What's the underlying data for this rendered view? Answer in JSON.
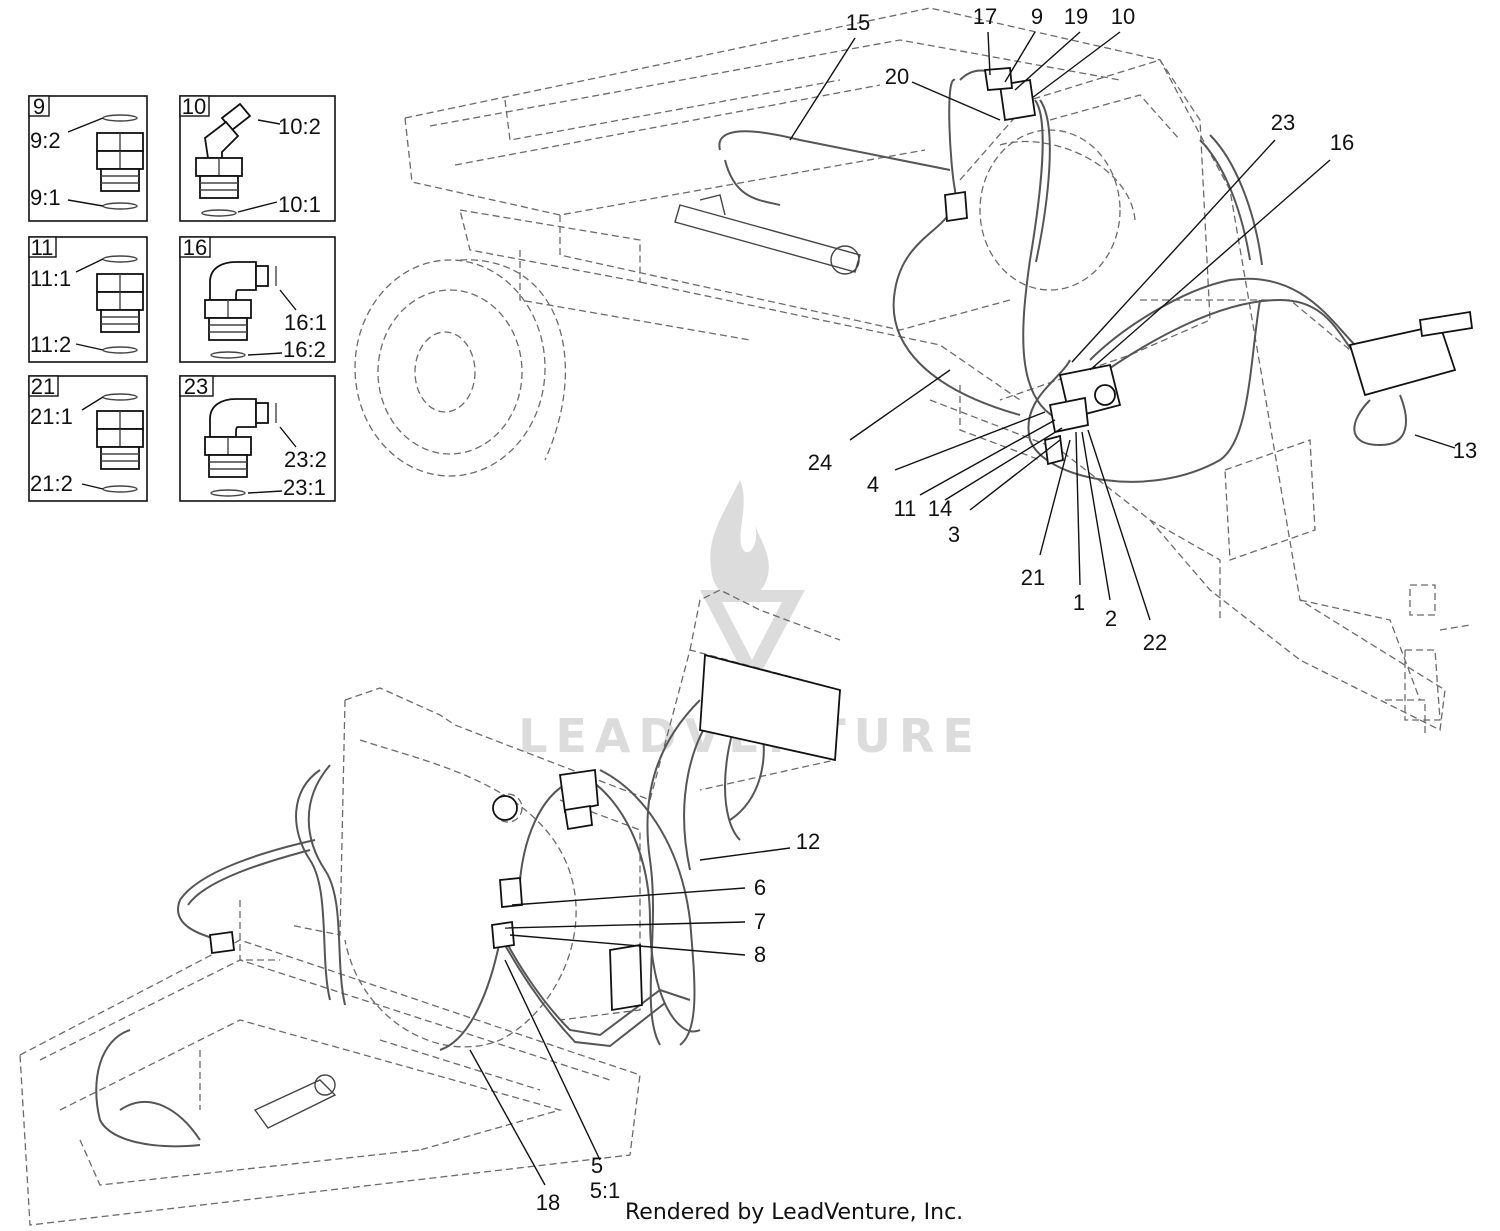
{
  "callouts": {
    "c1": "1",
    "c2": "2",
    "c3": "3",
    "c4": "4",
    "c5": "5",
    "c5_1": "5:1",
    "c6": "6",
    "c7": "7",
    "c8": "8",
    "c9": "9",
    "c10": "10",
    "c11": "11",
    "c12": "12",
    "c13": "13",
    "c14": "14",
    "c15": "15",
    "c16": "16",
    "c17": "17",
    "c18": "18",
    "c19": "19",
    "c20": "20",
    "c21": "21",
    "c22": "22",
    "c23": "23",
    "c24": "24"
  },
  "insets": [
    {
      "tag": "9",
      "top": "9:2",
      "bottom": "9:1"
    },
    {
      "tag": "10",
      "top": "10:2",
      "bottom": "10:1"
    },
    {
      "tag": "11",
      "top": "11:1",
      "bottom": "11:2"
    },
    {
      "tag": "16",
      "top": "16:1",
      "bottom": "16:2"
    },
    {
      "tag": "21",
      "top": "21:1",
      "bottom": "21:2"
    },
    {
      "tag": "23",
      "top": "23:2",
      "bottom": "23:1"
    }
  ],
  "watermark": {
    "logo_text": "LEADVENTURE"
  },
  "footer": {
    "credit": "Rendered by LeadVenture, Inc."
  }
}
